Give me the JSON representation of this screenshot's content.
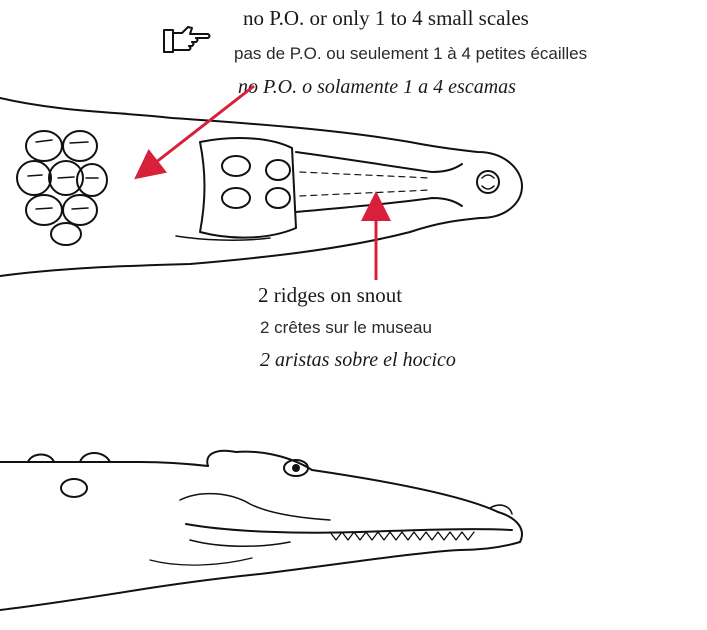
{
  "note": {
    "icon": "pointing-hand-icon",
    "en": "no P.O. or only 1 to 4 small scales",
    "fr": "pas de P.O. ou seulement 1 à 4 petites écailles",
    "es": "no P.O. o solamente 1 a 4 escamas"
  },
  "ridges": {
    "en": "2 ridges on snout",
    "fr": "2 crêtes sur le museau",
    "es": "2 aristas sobre el hocico"
  },
  "colors": {
    "arrow": "#d8203a",
    "line": "#111111"
  }
}
